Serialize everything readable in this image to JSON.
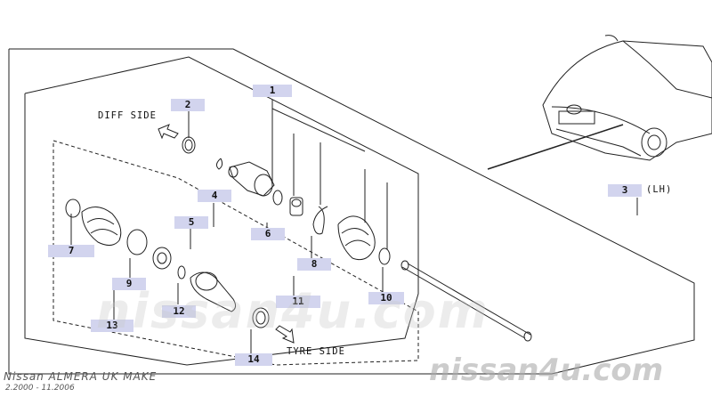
{
  "callouts": [
    {
      "num": "1"
    },
    {
      "num": "2"
    },
    {
      "num": "3"
    },
    {
      "num": "4"
    },
    {
      "num": "5"
    },
    {
      "num": "6"
    },
    {
      "num": "7"
    },
    {
      "num": "8"
    },
    {
      "num": "9"
    },
    {
      "num": "10"
    },
    {
      "num": "11"
    },
    {
      "num": "12"
    },
    {
      "num": "13"
    },
    {
      "num": "14"
    }
  ],
  "annotations": {
    "diff_side": "DIFF SIDE",
    "tyre_side": "TYRE SIDE",
    "lh": "(LH)"
  },
  "watermark": {
    "center": "nissan4u.com",
    "corner": "nissan4u.com"
  },
  "caption": {
    "model": "Nissan ALMERA UK MAKE",
    "period": "2.2000 - 11.2006"
  }
}
